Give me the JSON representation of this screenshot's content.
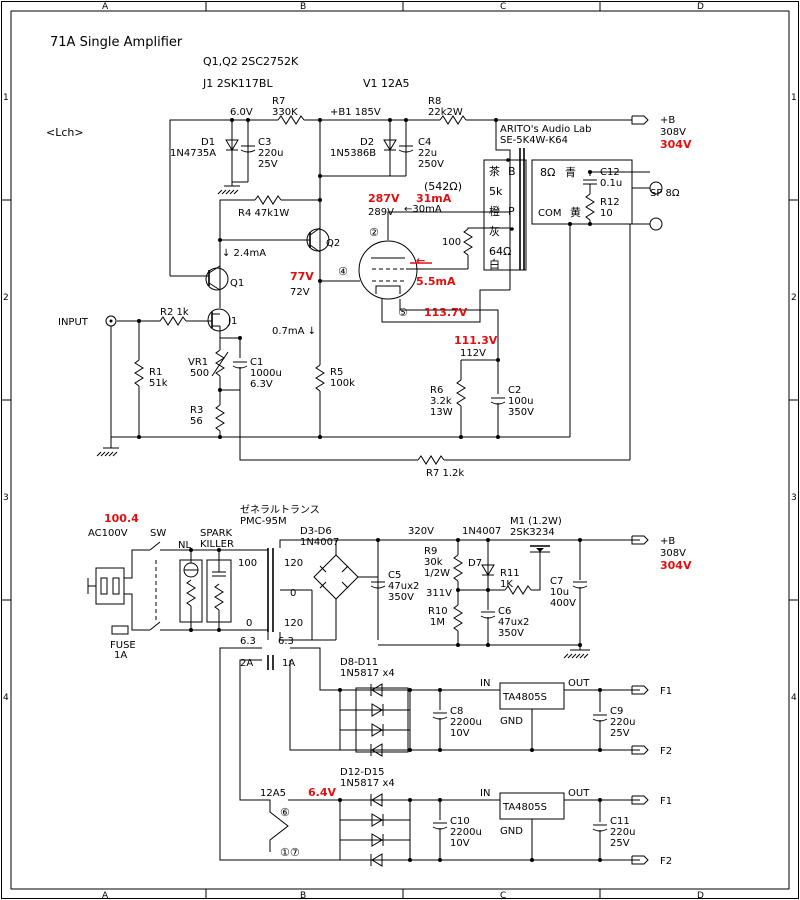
{
  "frame": {
    "cols": [
      "A",
      "B",
      "C",
      "D"
    ],
    "rows": [
      "1",
      "2",
      "3",
      "4"
    ]
  },
  "title": "71A Single Amplifier",
  "header": {
    "q": "Q1,Q2 2SC2752K",
    "j": "J1 2SK117BL",
    "v": "V1 12A5",
    "channel": "<Lch>"
  },
  "amp": {
    "v6": "6.0V",
    "r7top_name": "R7",
    "r7top_val": "330K",
    "b1": "+B1 185V",
    "r8_name": "R8",
    "r8_val": "22k2W",
    "plus_b": "+B",
    "b_308": "308V",
    "b_304": "304V",
    "arito1": "ARITO's Audio Lab",
    "arito2": "SE-5K4W-K64",
    "d1_name": "D1",
    "d1_val": "1N4735A",
    "c3_name": "C3",
    "c3_v1": "220u",
    "c3_v2": "25V",
    "d2_name": "D2",
    "d2_val": "1N5386B",
    "c4_name": "C4",
    "c4_v1": "22u",
    "c4_v2": "250V",
    "r4": "R4 47k1W",
    "ma24": "↓ 2.4mA",
    "q2": "Q2",
    "q1": "Q1",
    "v287": "287V",
    "ma31": "31mA",
    "v289": "289V",
    "ma30": "←30mA",
    "ohm542": "(542Ω)",
    "k_cha": "茶",
    "k_B": "B",
    "k_5k": "5k",
    "k_dai": "橙",
    "k_P": "P",
    "k_hai": "灰",
    "k_64": "64Ω",
    "k_shiro": "白",
    "s_8": "8Ω",
    "s_ao": "青",
    "s_com": "COM",
    "s_ki": "黄",
    "c12_name": "C12",
    "c12_val": "0.1u",
    "r12_name": "R12",
    "r12_val": "10",
    "sp": "SP 8Ω",
    "r100": "100",
    "pin2": "②",
    "pin4": "④",
    "pin5": "⑤",
    "v77": "77V",
    "v72": "72V",
    "ma55": "5.5mA",
    "arrow_red": "←",
    "v1137": "113.7V",
    "input": "INPUT",
    "r2": "R2 1k",
    "j1": "J1",
    "ma07": "0.7mA ↓",
    "r1_name": "R1",
    "r1_val": "51k",
    "vr1_name": "VR1",
    "vr1_val": "500",
    "c1_name": "C1",
    "c1_v1": "1000u",
    "c1_v2": "6.3V",
    "r3_name": "R3",
    "r3_val": "56",
    "r5_name": "R5",
    "r5_val": "100k",
    "v1113": "111.3V",
    "v112": "112V",
    "r6_name": "R6",
    "r6_v1": "3.2k",
    "r6_v2": "13W",
    "c2_name": "C2",
    "c2_v1": "100u",
    "c2_v2": "350V",
    "r7fb": "R7 1.2k"
  },
  "psu": {
    "v1004": "100.4",
    "ac100": "AC100V",
    "sw": "SW",
    "nl": "NL",
    "spark1": "SPARK",
    "spark2": "KILLER",
    "trans1": "ゼネラルトランス",
    "trans2": "PMC-95M",
    "fuse": "FUSE",
    "fuse_val": "1A",
    "p100": "100",
    "p0": "0",
    "s120a": "120",
    "s0": "0",
    "s120b": "120",
    "d36a": "D3-D6",
    "d36b": "1N4007",
    "v320": "320V",
    "d7": "1N4007",
    "m1a": "M1 (1.2W)",
    "m1b": "2SK3234",
    "plus_b": "+B",
    "v308": "308V",
    "v304": "304V",
    "c5_name": "C5",
    "c5_v1": "47ux2",
    "c5_v2": "350V",
    "r9_name": "R9",
    "r9_v1": "30k",
    "r9_v2": "1/2W",
    "d7_name": "D7",
    "r11_name": "R11",
    "r11_val": "1K",
    "c7_name": "C7",
    "c7_v1": "10u",
    "c7_v2": "400V",
    "v311": "311V",
    "r10_name": "R10",
    "r10_val": "1M",
    "c6_name": "C6",
    "c6_v1": "47ux2",
    "c6_v2": "350V",
    "h63a": "6.3",
    "h63b": "6.3",
    "h2a": "2A",
    "h1a": "1A",
    "d811a": "D8-D11",
    "d811b": "1N5817 x4",
    "in1": "IN",
    "out1": "OUT",
    "reg1": "TA4805S",
    "gnd1": "GND",
    "f1a": "F1",
    "f2a": "F2",
    "c8_name": "C8",
    "c8_v1": "2200u",
    "c8_v2": "10V",
    "c9_name": "C9",
    "c9_v1": "220u",
    "c9_v2": "25V",
    "a12": "12A5",
    "v64": "6.4V",
    "d1215a": "D12-D15",
    "d1215b": "1N5817 x4",
    "pin6": "⑥",
    "pin17": "①⑦",
    "in2": "IN",
    "out2": "OUT",
    "reg2": "TA4805S",
    "gnd2": "GND",
    "f1b": "F1",
    "f2b": "F2",
    "c10_name": "C10",
    "c10_v1": "2200u",
    "c10_v2": "10V",
    "c11_name": "C11",
    "c11_v1": "220u",
    "c11_v2": "25V"
  }
}
